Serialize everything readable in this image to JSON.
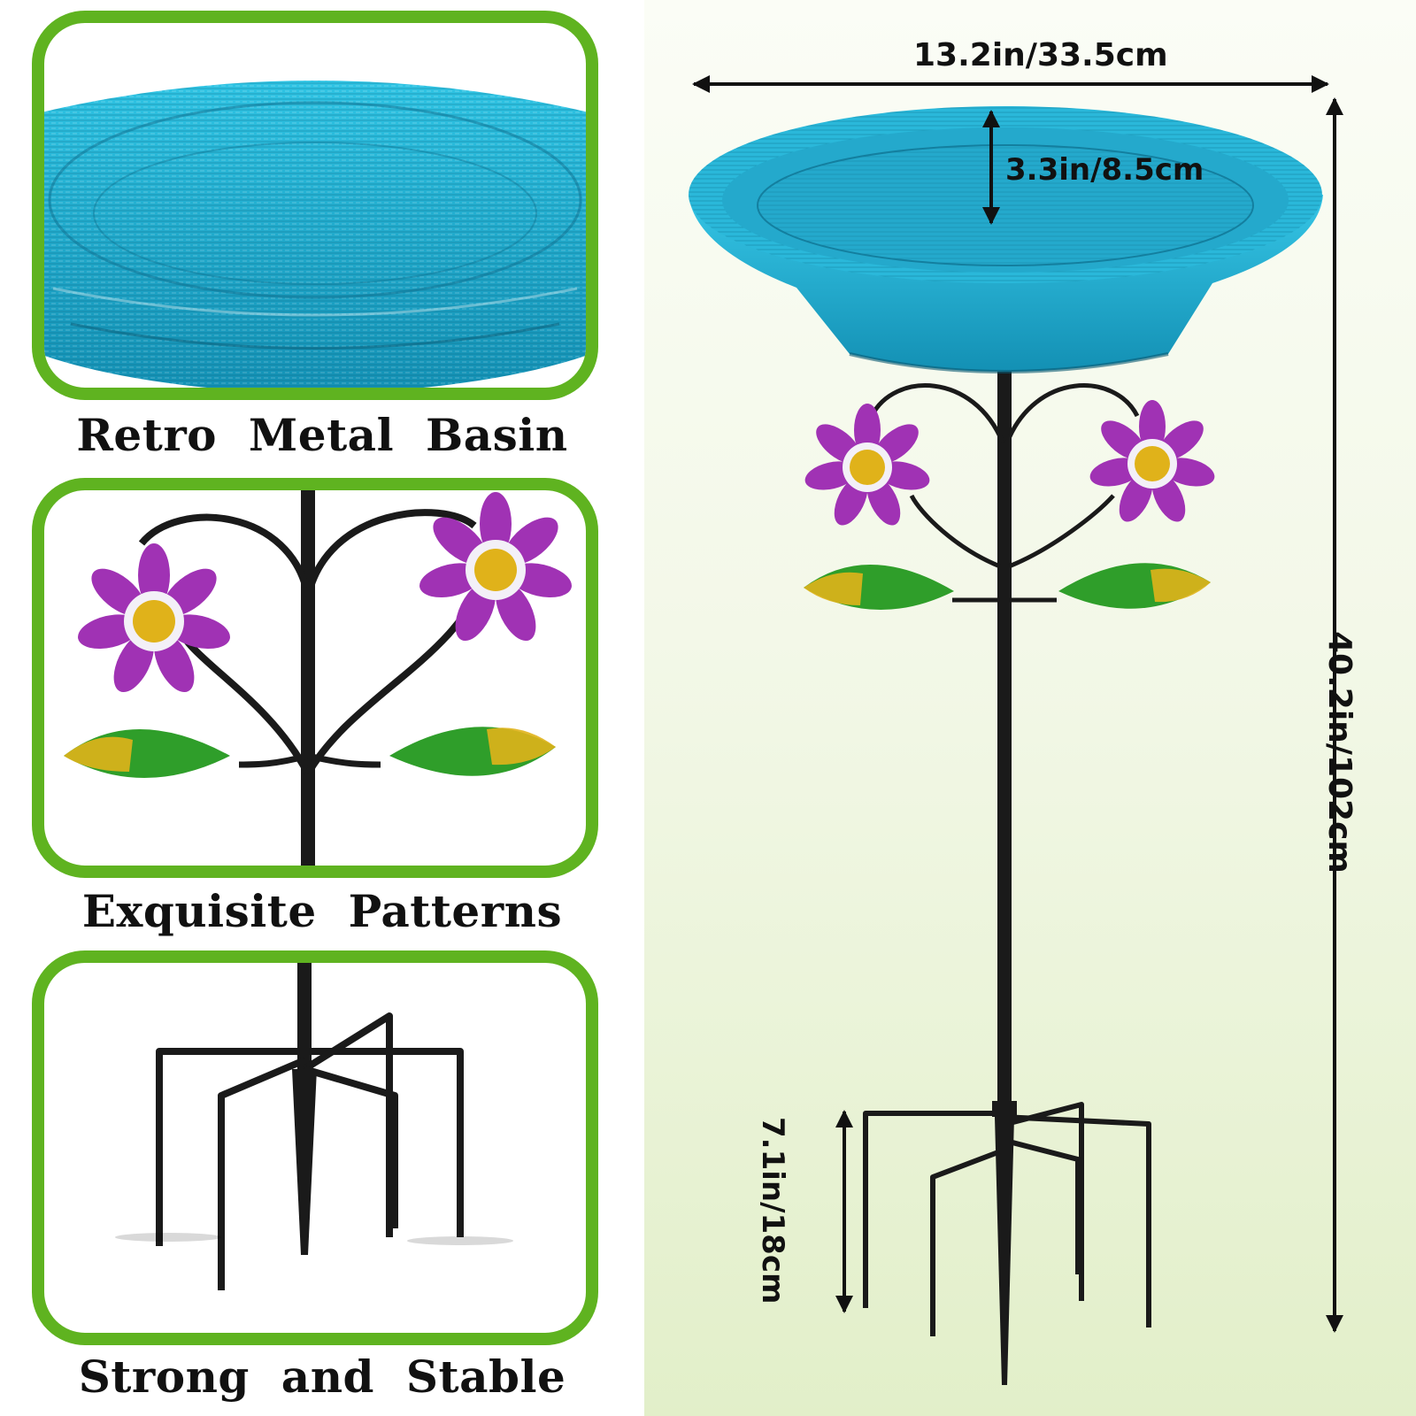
{
  "features": [
    {
      "caption": "Retro Metal Basin"
    },
    {
      "caption": "Exquisite Patterns"
    },
    {
      "caption": "Strong and Stable"
    }
  ],
  "dimensions": {
    "width": "13.2in/33.5cm",
    "basin_depth": "3.3in/8.5cm",
    "total_height": "40.2in/102cm",
    "base_height": "7.1in/18cm"
  },
  "colors": {
    "frame": "#5fb320",
    "basin": "#1aa9c9",
    "petal": "#a032b4",
    "leaf": "#2f9e2a",
    "center": "#e0b21a",
    "pole": "#1a1a1a"
  }
}
